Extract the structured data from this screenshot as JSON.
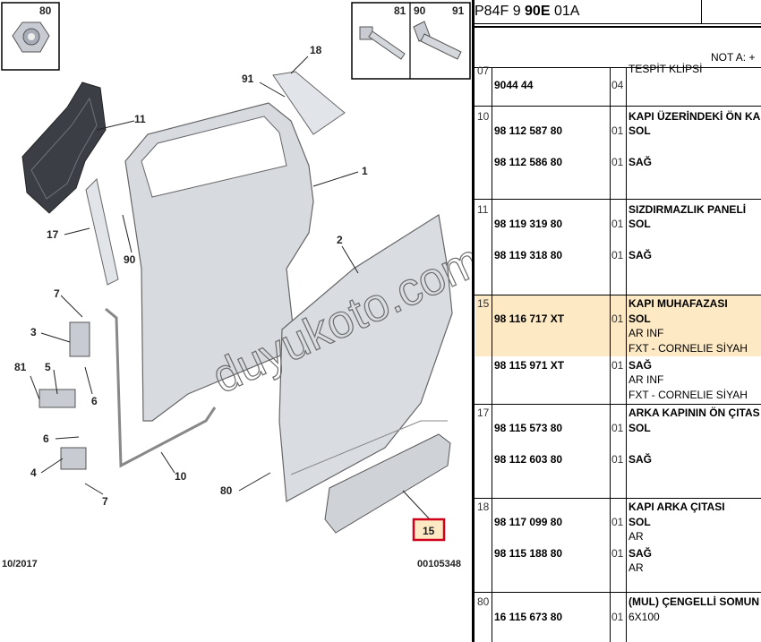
{
  "diagram": {
    "labels": [
      "80",
      "81",
      "90",
      "91",
      "18",
      "91",
      "11",
      "1",
      "17",
      "90",
      "2",
      "7",
      "3",
      "5",
      "81",
      "6",
      "6",
      "4",
      "7",
      "10",
      "80",
      "15"
    ],
    "date": "10/2017",
    "code": "00105348",
    "watermark": "duyukoto.com"
  },
  "header": {
    "ref_prefix": "P84F 9 ",
    "ref_bold": "90E",
    "ref_suffix": " 01A",
    "note": "NOT A: +"
  },
  "rows": [
    {
      "item": "07",
      "pn": "9044 44",
      "qty": "04",
      "desc": [
        "TESPİT KLİPSİ"
      ]
    },
    {
      "item": "10",
      "pn": "98 112 587 80",
      "qty": "01",
      "desc": [
        "KAPI ÜZERİNDEKİ ÖN KA",
        "SOL"
      ]
    },
    {
      "item": "",
      "pn": "98 112 586 80",
      "qty": "01",
      "desc": [
        "SAĞ"
      ]
    },
    {
      "item": "11",
      "pn": "98 119 319 80",
      "qty": "01",
      "desc": [
        "SIZDIRMAZLIK PANELİ",
        "SOL"
      ]
    },
    {
      "item": "",
      "pn": "98 119 318 80",
      "qty": "01",
      "desc": [
        "SAĞ"
      ]
    },
    {
      "item": "15",
      "pn": "98 116 717 XT",
      "qty": "01",
      "desc": [
        "KAPI MUHAFAZASI",
        "SOL",
        "AR INF",
        "FXT - CORNELIE SİYAH"
      ]
    },
    {
      "item": "",
      "pn": "98 115 971 XT",
      "qty": "01",
      "desc": [
        "SAĞ",
        "AR INF",
        "FXT - CORNELIE SİYAH"
      ]
    },
    {
      "item": "17",
      "pn": "98 115 573 80",
      "qty": "01",
      "desc": [
        "ARKA KAPININ ÖN ÇITAS",
        "SOL"
      ]
    },
    {
      "item": "",
      "pn": "98 112 603 80",
      "qty": "01",
      "desc": [
        "SAĞ"
      ]
    },
    {
      "item": "18",
      "pn": "98 117 099 80",
      "qty": "01",
      "desc": [
        "KAPI ARKA ÇITASI",
        "SOL",
        "AR"
      ]
    },
    {
      "item": "",
      "pn": "98 115 188 80",
      "qty": "01",
      "desc": [
        "SAĞ",
        "AR"
      ]
    },
    {
      "item": "80",
      "pn": "16 115 673 80",
      "qty": "01",
      "desc": [
        "(MUL) ÇENGELLİ SOMUN",
        "6X100"
      ]
    }
  ]
}
